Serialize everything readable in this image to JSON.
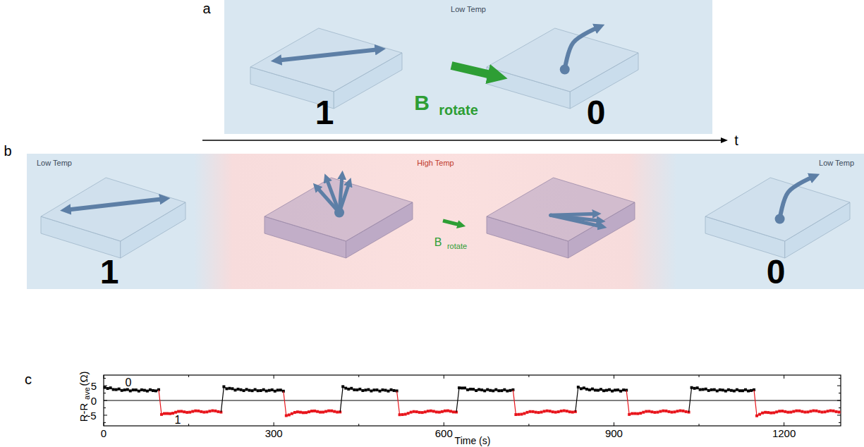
{
  "diagram": {
    "nodes": [
      {
        "text": [
          "Low Temp"
        ]
      },
      {
        "text": [
          "Low Temp"
        ]
      },
      {
        "text": [
          "High Temp"
        ]
      },
      {
        "text": [
          "Low Temp"
        ]
      }
    ],
    "labels": [
      "a",
      "1",
      "B",
      "rotate",
      "0",
      "t",
      "b",
      "1",
      "B",
      "rotate",
      "0",
      "c",
      "0",
      "1",
      "R-R",
      "ave",
      "(Ω)",
      "5",
      "0",
      "-5",
      "0",
      "300",
      "600",
      "900",
      "1200",
      "Time (s)"
    ]
  }
}
